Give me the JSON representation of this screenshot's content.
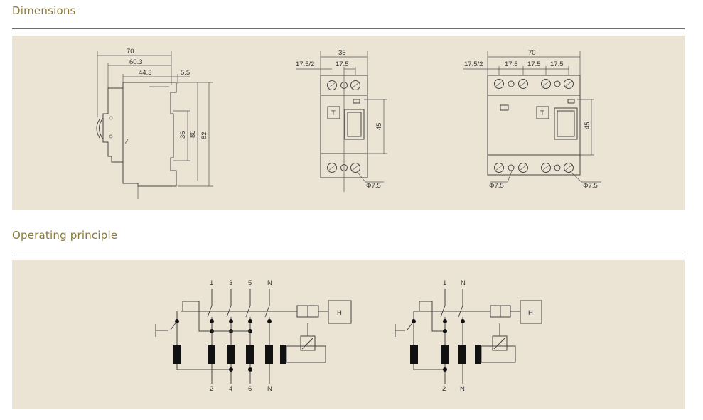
{
  "sections": {
    "dimensions": {
      "title": "Dimensions"
    },
    "principle": {
      "title": "Operating principle"
    }
  },
  "side_view": {
    "d70": "70",
    "d60_3": "60.3",
    "d44_3": "44.3",
    "d5_5": "5.5",
    "d36": "36",
    "d80": "80",
    "d82": "82"
  },
  "front_2p": {
    "d35": "35",
    "d17_5_2": "17.5/2",
    "d17_5": "17.5",
    "d45": "45",
    "phi": "Φ7.5",
    "test": "T"
  },
  "front_4p": {
    "d70": "70",
    "d17_5_2": "17.5/2",
    "d17_5_a": "17.5",
    "d17_5_b": "17.5",
    "d17_5_c": "17.5",
    "d45": "45",
    "phi_left": "Φ7.5",
    "phi_right": "Φ7.5",
    "test": "T"
  },
  "circuit_4p": {
    "in": [
      "1",
      "3",
      "5",
      "N"
    ],
    "out": [
      "2",
      "4",
      "6",
      "N"
    ],
    "h": "H"
  },
  "circuit_2p": {
    "in": [
      "1",
      "N"
    ],
    "out": [
      "2",
      "N"
    ],
    "h": "H"
  }
}
